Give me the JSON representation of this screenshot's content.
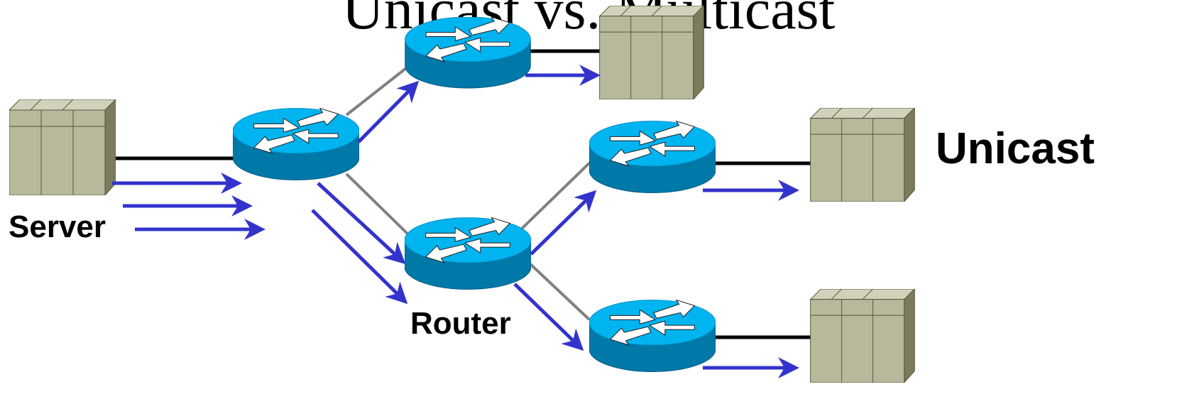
{
  "title": "Unicast vs. Multicast",
  "labels": {
    "server": "Server",
    "router": "Router",
    "mode": "Unicast"
  },
  "icons": {
    "server": "server-cabinet-icon",
    "router": "cisco-router-icon"
  },
  "colors": {
    "packet_arrow": "#3333cc",
    "router_top": "#00b4f0",
    "router_side": "#0078a8",
    "server_face": "#b8b89c",
    "server_side": "#7c7c5c",
    "link_black": "#000000",
    "link_gray": "#808080"
  }
}
